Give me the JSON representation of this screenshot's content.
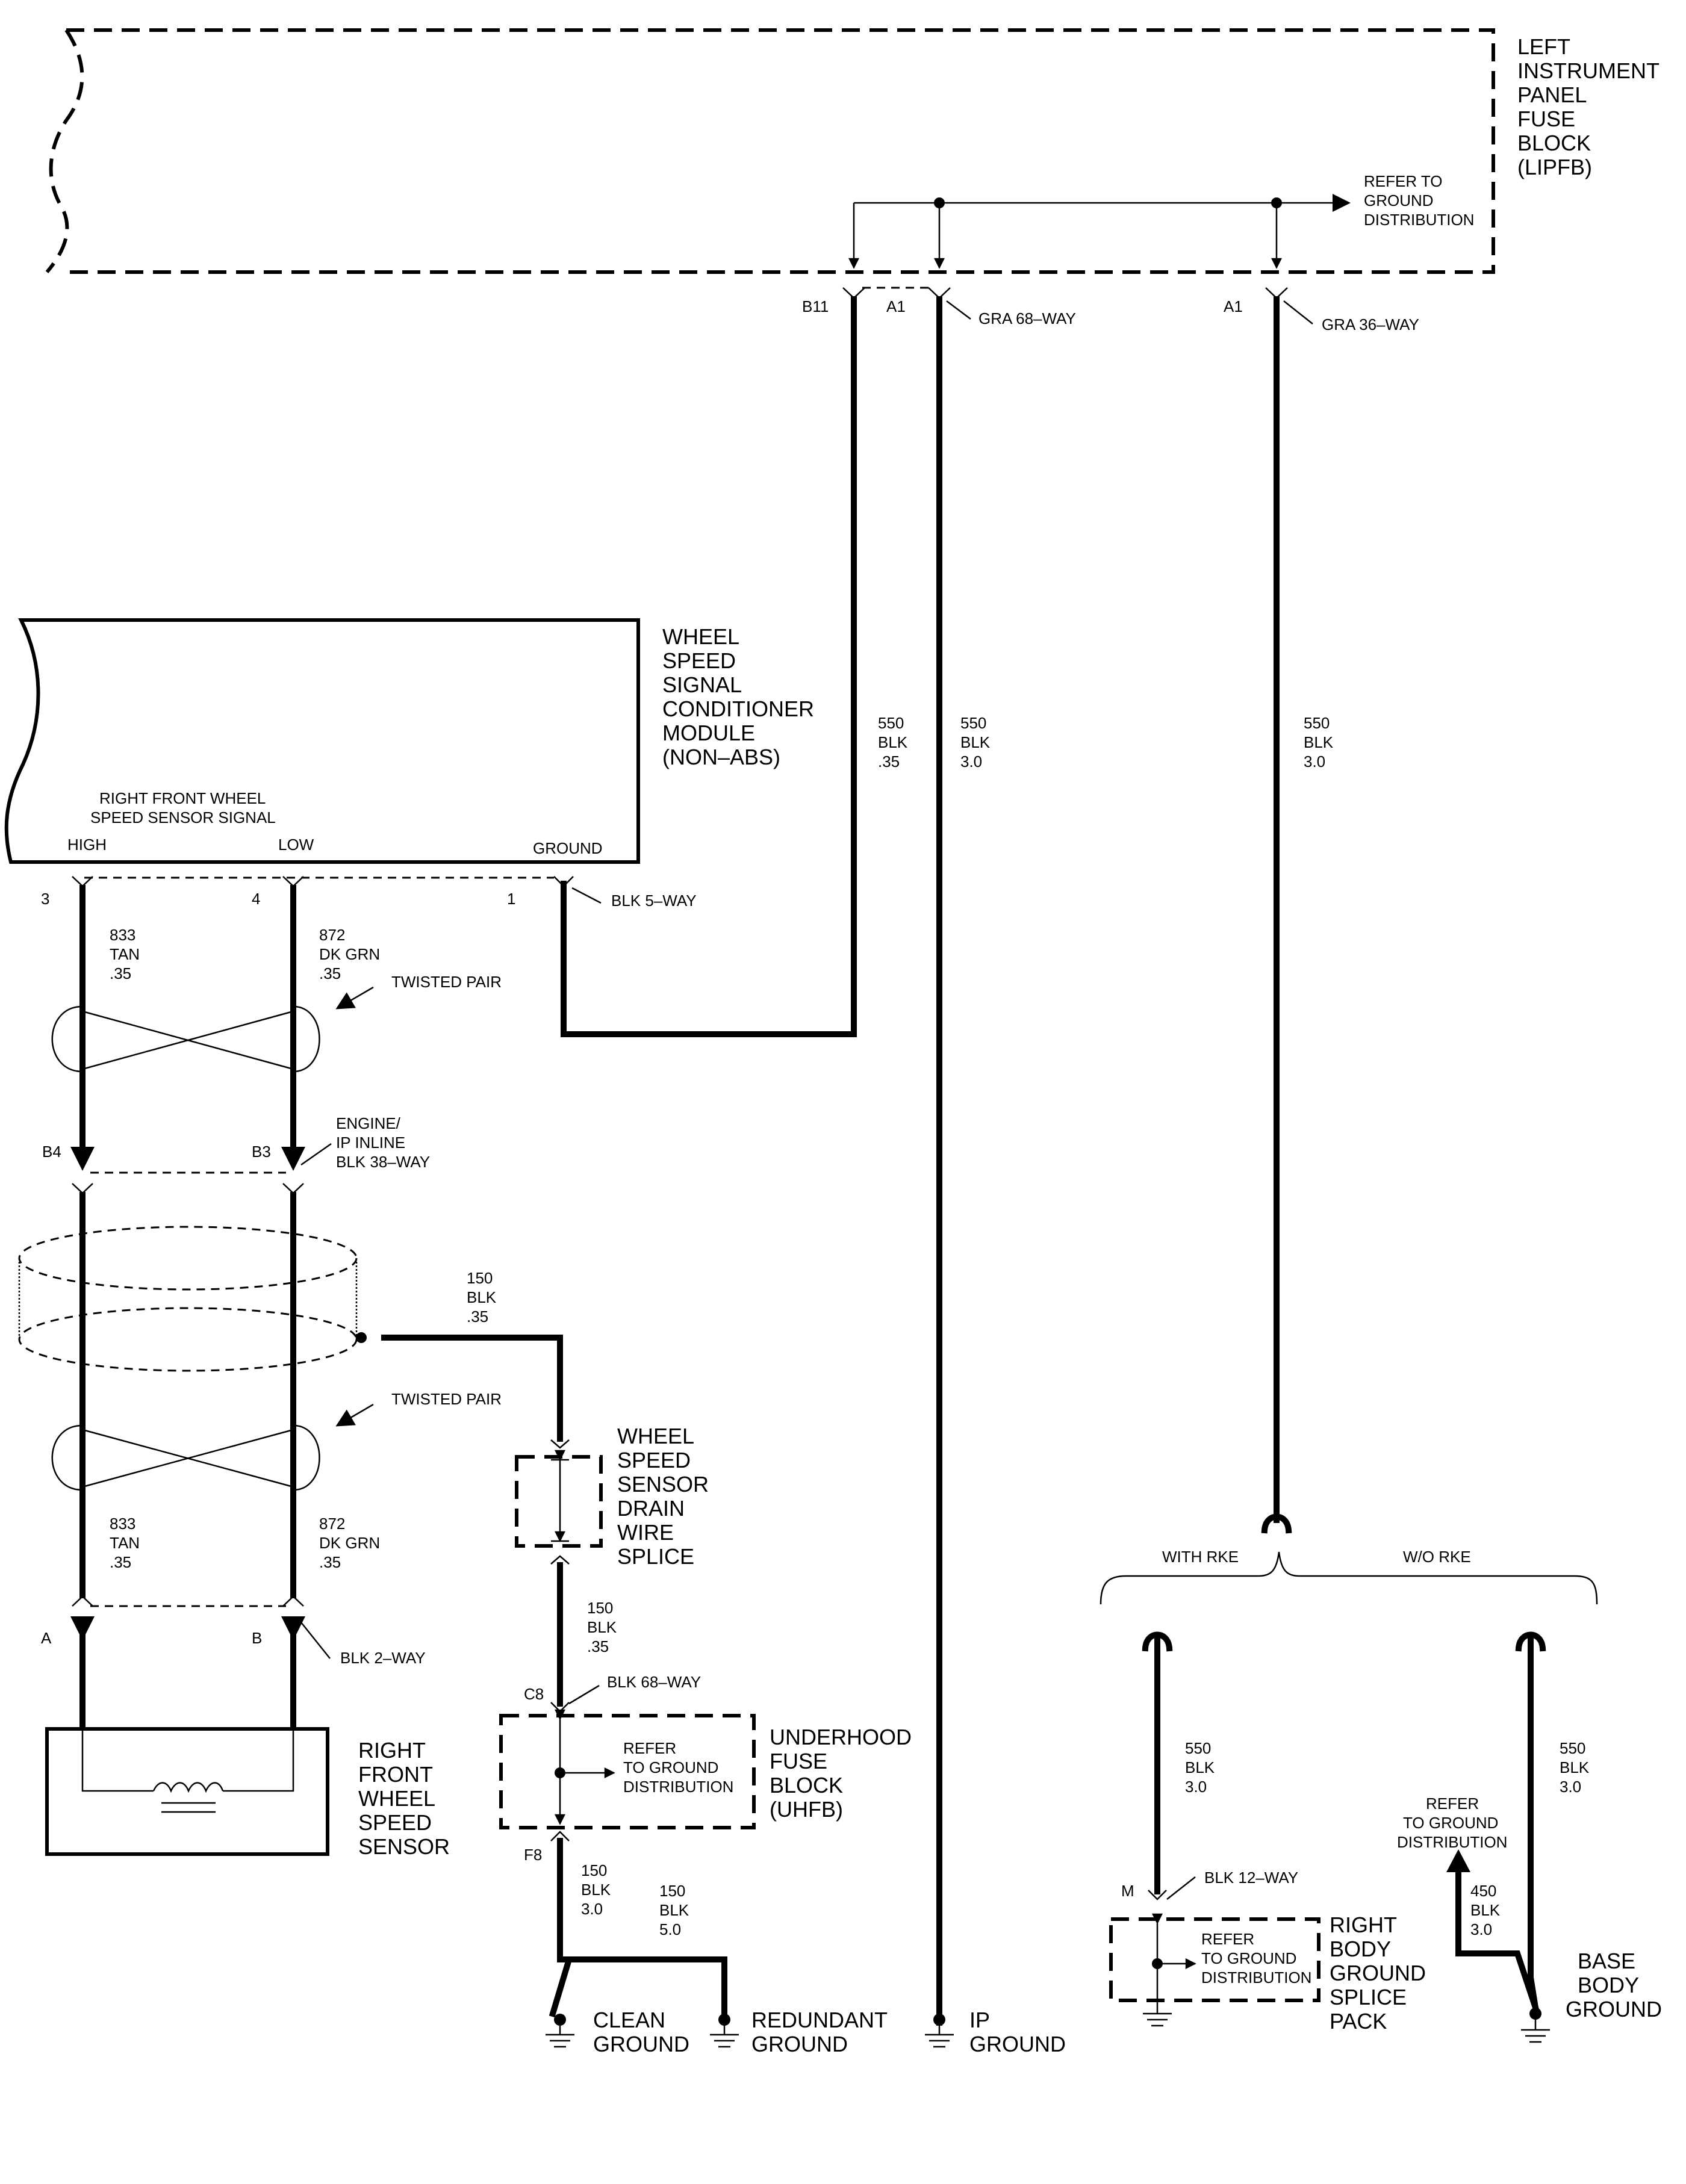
{
  "components": {
    "lipfb": [
      "LEFT",
      "INSTRUMENT",
      "PANEL",
      "FUSE",
      "BLOCK",
      "(LIPFB)"
    ],
    "wsscm": [
      "WHEEL",
      "SPEED",
      "SIGNAL",
      "CONDITIONER",
      "MODULE",
      "(NON–ABS)"
    ],
    "wss": [
      "RIGHT",
      "FRONT",
      "WHEEL",
      "SPEED",
      "SENSOR"
    ],
    "drain_splice": [
      "WHEEL",
      "SPEED",
      "SENSOR",
      "DRAIN",
      "WIRE",
      "SPLICE"
    ],
    "uhfb": [
      "UNDERHOOD",
      "FUSE",
      "BLOCK",
      "(UHFB)"
    ],
    "rbgsp": [
      "RIGHT",
      "BODY",
      "GROUND",
      "SPLICE",
      "PACK"
    ]
  },
  "refer": {
    "top": [
      "REFER TO",
      "GROUND",
      "DISTRIBUTION"
    ],
    "uhfb": [
      "REFER",
      "TO GROUND",
      "DISTRIBUTION"
    ],
    "rbgsp": [
      "REFER",
      "TO GROUND",
      "DISTRIBUTION"
    ],
    "base": [
      "REFER",
      "TO GROUND",
      "DISTRIBUTION"
    ]
  },
  "module_pins": {
    "signal_title": [
      "RIGHT FRONT WHEEL",
      "SPEED SENSOR SIGNAL"
    ],
    "high": "HIGH",
    "low": "LOW",
    "ground": "GROUND"
  },
  "connectors": {
    "b11": "B11",
    "a1_68": "A1",
    "gra68": "GRA 68–WAY",
    "a1_36": "A1",
    "gra36": "GRA 36–WAY",
    "pin3": "3",
    "pin4": "4",
    "pin1": "1",
    "blk5": "BLK 5–WAY",
    "b4": "B4",
    "b3": "B3",
    "inline": [
      "ENGINE/",
      "IP INLINE",
      "BLK 38–WAY"
    ],
    "pin_a": "A",
    "pin_b": "B",
    "blk2": "BLK 2–WAY",
    "c8": "C8",
    "blk68": "BLK 68–WAY",
    "f8": "F8",
    "m": "M",
    "blk12": "BLK 12–WAY"
  },
  "wires": {
    "w550_035": [
      "550",
      "BLK",
      ".35"
    ],
    "w550_30_a": [
      "550",
      "BLK",
      "3.0"
    ],
    "w550_30_b": [
      "550",
      "BLK",
      "3.0"
    ],
    "w833_top": [
      "833",
      "TAN",
      ".35"
    ],
    "w872_top": [
      "872",
      "DK GRN",
      ".35"
    ],
    "w833_bot": [
      "833",
      "TAN",
      ".35"
    ],
    "w872_bot": [
      "872",
      "DK GRN",
      ".35"
    ],
    "w150_drain": [
      "150",
      "BLK",
      ".35"
    ],
    "w150_splice": [
      "150",
      "BLK",
      ".35"
    ],
    "w150_30": [
      "150",
      "BLK",
      "3.0"
    ],
    "w150_50": [
      "150",
      "BLK",
      "5.0"
    ],
    "w550_rke": [
      "550",
      "BLK",
      "3.0"
    ],
    "w550_worke": [
      "550",
      "BLK",
      "3.0"
    ],
    "w450": [
      "450",
      "BLK",
      "3.0"
    ]
  },
  "twisted_pair_top": "TWISTED PAIR",
  "twisted_pair_bot": "TWISTED PAIR",
  "options": {
    "with_rke": "WITH RKE",
    "wo_rke": "W/O RKE"
  },
  "grounds": {
    "clean": [
      "CLEAN",
      "GROUND"
    ],
    "redundant": [
      "REDUNDANT",
      "GROUND"
    ],
    "ip": [
      "IP",
      "GROUND"
    ],
    "base": [
      "BASE",
      "BODY",
      "GROUND"
    ]
  }
}
